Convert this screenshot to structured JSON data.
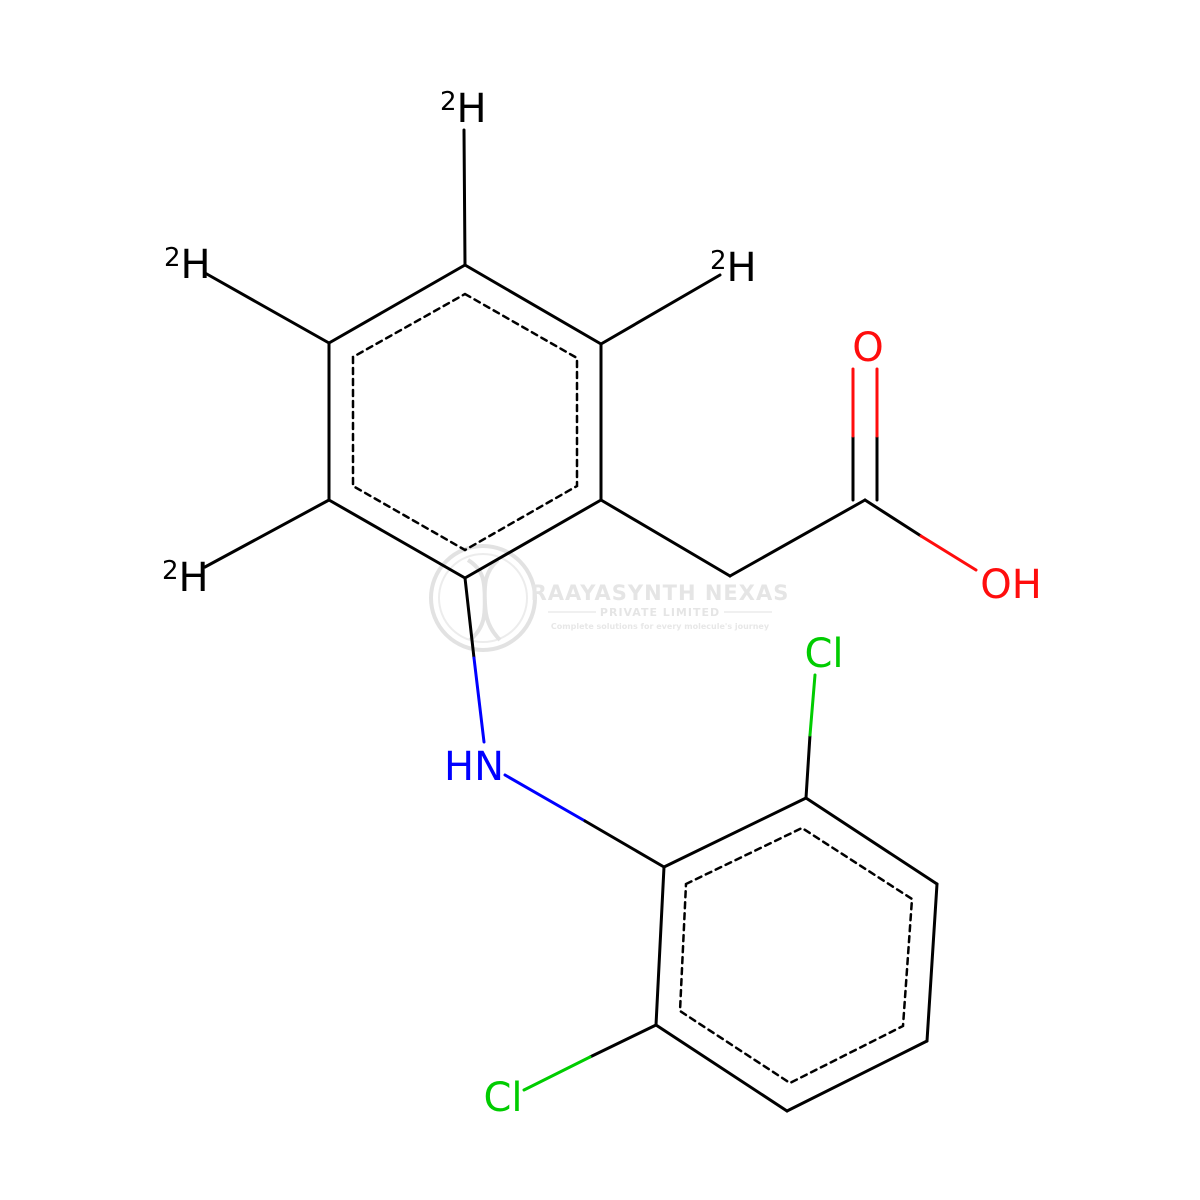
{
  "colors": {
    "carbon": "#000000",
    "oxygen": "#ff0d0d",
    "nitrogen": "#0000ff",
    "chlorine": "#00cc00",
    "watermark": "#dcdcdc"
  },
  "atoms": {
    "d_top": {
      "isotope": "2",
      "symbol": "H"
    },
    "d_upper_left": {
      "isotope": "2",
      "symbol": "H"
    },
    "d_upper_right": {
      "isotope": "2",
      "symbol": "H"
    },
    "d_lower_left": {
      "isotope": "2",
      "symbol": "H"
    },
    "carbonyl_o": {
      "symbol": "O"
    },
    "hydroxyl": {
      "symbol": "OH"
    },
    "amine": {
      "symbol": "HN"
    },
    "cl_top": {
      "symbol": "Cl"
    },
    "cl_bottom": {
      "symbol": "Cl"
    }
  },
  "watermark": {
    "company": "RAAYASYNTH NEXAS",
    "subtitle": "PRIVATE LIMITED",
    "tagline": "Complete solutions for every molecule's journey"
  }
}
